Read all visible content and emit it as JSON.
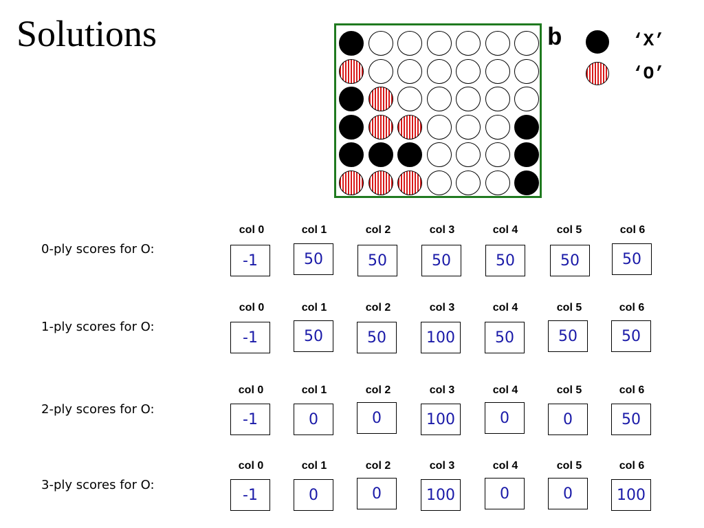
{
  "title": "Solutions",
  "board": {
    "label": "b",
    "rows": [
      [
        "X",
        "E",
        "E",
        "E",
        "E",
        "E",
        "E"
      ],
      [
        "O",
        "E",
        "E",
        "E",
        "E",
        "E",
        "E"
      ],
      [
        "X",
        "O",
        "E",
        "E",
        "E",
        "E",
        "E"
      ],
      [
        "X",
        "O",
        "O",
        "E",
        "E",
        "E",
        "X"
      ],
      [
        "X",
        "X",
        "X",
        "E",
        "E",
        "E",
        "X"
      ],
      [
        "O",
        "O",
        "O",
        "E",
        "E",
        "E",
        "X"
      ]
    ],
    "colors": {
      "frame": "#1f7a1f",
      "x_disc": "#000000",
      "o_stripe": "#d81818"
    }
  },
  "legend": {
    "x": "‘X’",
    "o": "‘O’"
  },
  "score_tables": [
    {
      "label": "0-ply scores for O:",
      "cols": [
        "col 0",
        "col 1",
        "col 2",
        "col 3",
        "col 4",
        "col 5",
        "col 6"
      ],
      "scores": [
        "-1",
        "50",
        "50",
        "50",
        "50",
        "50",
        "50"
      ]
    },
    {
      "label": "1-ply scores for O:",
      "cols": [
        "col 0",
        "col 1",
        "col 2",
        "col 3",
        "col 4",
        "col 5",
        "col 6"
      ],
      "scores": [
        "-1",
        "50",
        "50",
        "100",
        "50",
        "50",
        "50"
      ]
    },
    {
      "label": "2-ply scores for O:",
      "cols": [
        "col 0",
        "col 1",
        "col 2",
        "col 3",
        "col 4",
        "col 5",
        "col 6"
      ],
      "scores": [
        "-1",
        "0",
        "0",
        "100",
        "0",
        "0",
        "50"
      ]
    },
    {
      "label": "3-ply scores for O:",
      "cols": [
        "col 0",
        "col 1",
        "col 2",
        "col 3",
        "col 4",
        "col 5",
        "col 6"
      ],
      "scores": [
        "-1",
        "0",
        "0",
        "100",
        "0",
        "0",
        "100"
      ]
    }
  ]
}
